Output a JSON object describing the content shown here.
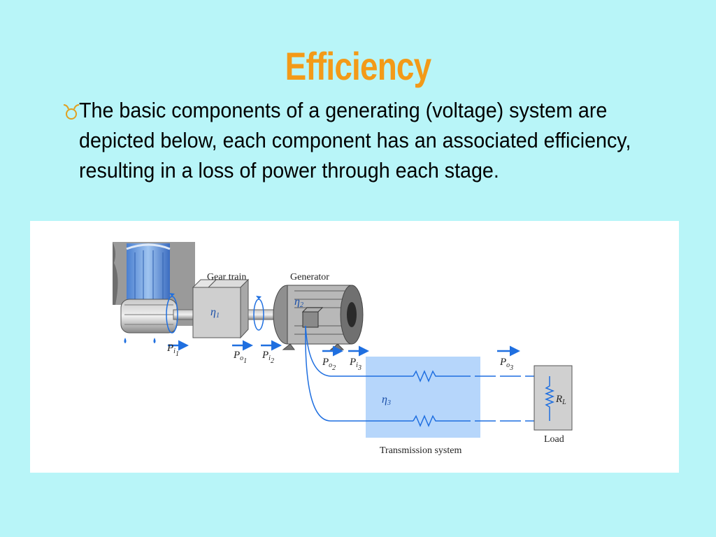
{
  "slide": {
    "title": "Efficiency",
    "body": "The basic components of a generating (voltage) system are depicted below, each component has an associated efficiency, resulting in a loss of power through each stage.",
    "colors": {
      "background": "#b8f5f8",
      "title": "#f39a18",
      "accent": "#1f6fe0"
    }
  },
  "diagram": {
    "labels": {
      "gear_train": "Gear train",
      "generator": "Generator",
      "transmission": "Transmission system",
      "load": "Load"
    },
    "efficiencies": {
      "eta1": {
        "main": "η",
        "sub": "1"
      },
      "eta2": {
        "main": "η",
        "sub": "2"
      },
      "eta3": {
        "main": "η",
        "sub": "3"
      }
    },
    "powers": {
      "pi1": {
        "main": "P",
        "sub": "i",
        "sub2": "1"
      },
      "po1": {
        "main": "P",
        "sub": "o",
        "sub2": "1"
      },
      "pi2": {
        "main": "P",
        "sub": "i",
        "sub2": "2"
      },
      "po2": {
        "main": "P",
        "sub": "o",
        "sub2": "2"
      },
      "pi3": {
        "main": "P",
        "sub": "i",
        "sub2": "3"
      },
      "po3": {
        "main": "P",
        "sub": "o",
        "sub2": "3"
      }
    },
    "load_resistor": {
      "main": "R",
      "sub": "L"
    }
  }
}
